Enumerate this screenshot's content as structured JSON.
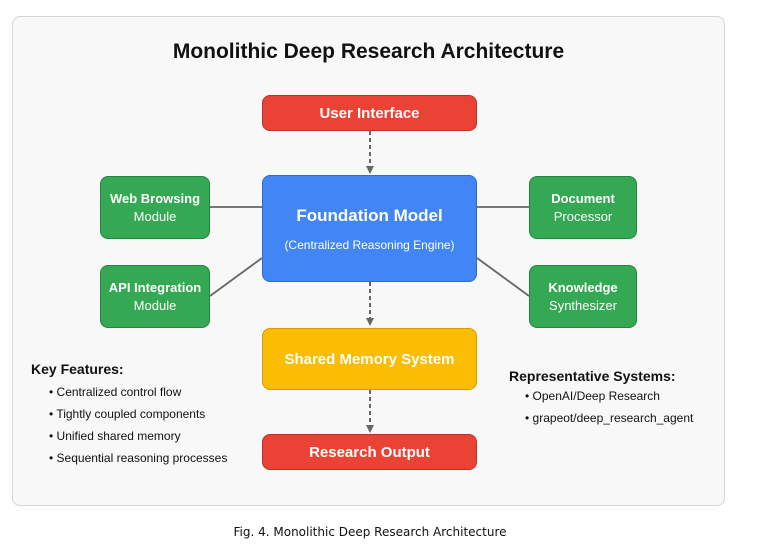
{
  "diagram": {
    "title": "Monolithic Deep Research Architecture",
    "nodes": {
      "user_interface": "User Interface",
      "foundation_model": {
        "title": "Foundation Model",
        "subtitle": "(Centralized Reasoning Engine)"
      },
      "web_browsing": {
        "title": "Web Browsing",
        "subtitle": "Module"
      },
      "api_integration": {
        "title": "API Integration",
        "subtitle": "Module"
      },
      "document": {
        "title": "Document",
        "subtitle": "Processor"
      },
      "knowledge": {
        "title": "Knowledge",
        "subtitle": "Synthesizer"
      },
      "shared_memory": "Shared Memory System",
      "research_output": "Research Output"
    },
    "key_features": {
      "heading": "Key Features:",
      "items": [
        "Centralized control flow",
        "Tightly coupled components",
        "Unified shared memory",
        "Sequential reasoning processes"
      ]
    },
    "representative_systems": {
      "heading": "Representative Systems:",
      "items": [
        "OpenAI/Deep Research",
        "grapeot/deep_research_agent"
      ]
    }
  },
  "caption": "Fig. 4.  Monolithic Deep Research Architecture",
  "colors": {
    "red": "#ea4335",
    "blue": "#4285f4",
    "green": "#34a853",
    "yellow": "#fbbc04",
    "connector": "#666666"
  }
}
